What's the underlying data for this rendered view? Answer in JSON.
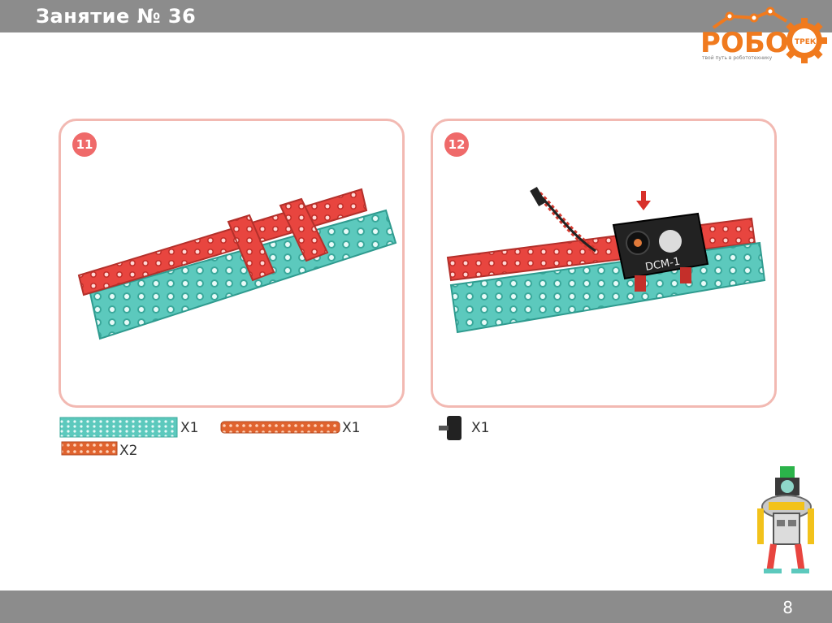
{
  "header": {
    "lesson_title": "Занятие № 36"
  },
  "logo": {
    "brand": "РОБО",
    "sub": "ТРЕК",
    "slogan": "твой путь в робототехнику"
  },
  "steps": [
    {
      "badge": "11"
    },
    {
      "badge": "12",
      "motor_label": "DCM-1"
    }
  ],
  "parts": [
    {
      "qty": "X1"
    },
    {
      "qty": "X1"
    },
    {
      "qty": "X2"
    },
    {
      "qty": "X1"
    }
  ],
  "footer": {
    "page_number": "8"
  },
  "colors": {
    "bar": "#8c8c8c",
    "panel_border": "#f2b9b2",
    "badge": "#ef6a6a",
    "red_beam": "#e8453f",
    "teal_plate": "#5cc9bd",
    "logo_orange": "#f07a1e"
  }
}
